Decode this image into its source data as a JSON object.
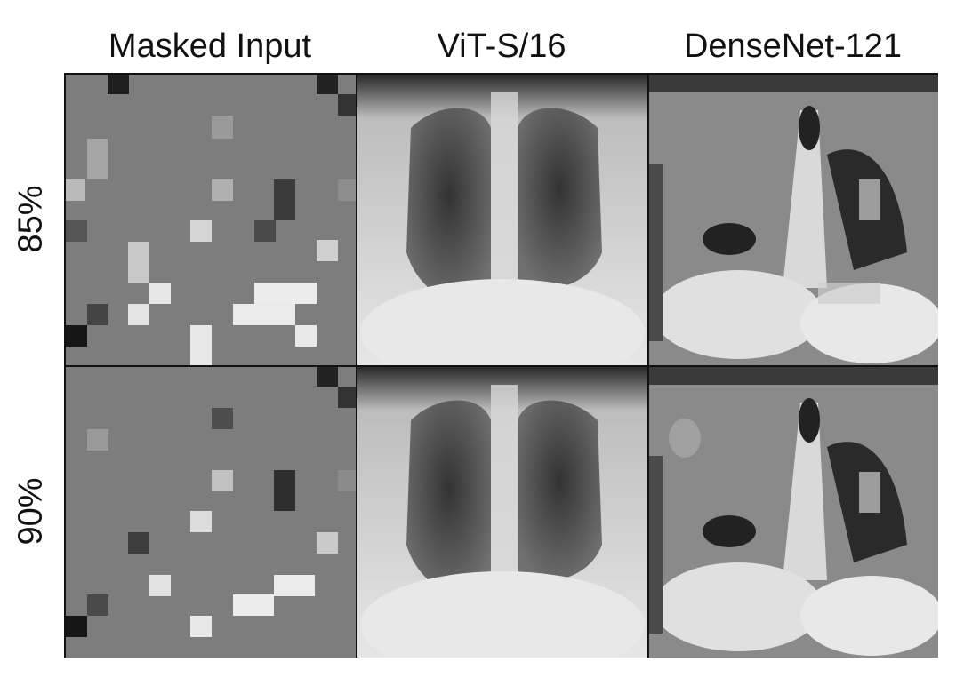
{
  "columns": [
    "Masked Input",
    "ViT-S/16",
    "DenseNet-121"
  ],
  "rows": [
    "85%",
    "90%"
  ],
  "colors": {
    "mask_gray": "#7d7d7d",
    "border": "#111111"
  },
  "cells": [
    {
      "row": 0,
      "col": 0,
      "kind": "masked-input"
    },
    {
      "row": 0,
      "col": 1,
      "kind": "chest-xray-reconstruction"
    },
    {
      "row": 0,
      "col": 2,
      "kind": "chest-xray-reconstruction"
    },
    {
      "row": 1,
      "col": 0,
      "kind": "masked-input"
    },
    {
      "row": 1,
      "col": 1,
      "kind": "chest-xray-reconstruction"
    },
    {
      "row": 1,
      "col": 2,
      "kind": "chest-xray-reconstruction"
    }
  ]
}
